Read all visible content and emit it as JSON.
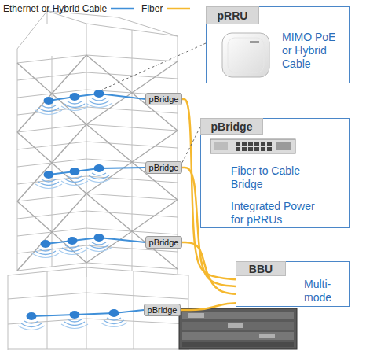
{
  "diagram": {
    "nodes": [
      {
        "text": [
          "pRRU",
          "MIMO PoE or Hybrid Cable"
        ]
      },
      {
        "text": [
          "pBridge"
        ]
      },
      {
        "text": [
          "pBridge",
          "Fiber to Cable Bridge",
          "Integrated Power for pRRUs"
        ]
      },
      {
        "text": [
          "pBridge"
        ]
      },
      {
        "text": [
          "pBridge"
        ]
      },
      {
        "text": [
          "BBU",
          "Multi-mode"
        ]
      },
      {
        "text": [
          "pBridge"
        ]
      }
    ],
    "edges": [
      {
        "from": 1,
        "to": 5,
        "arrow": "none"
      },
      {
        "from": 3,
        "to": 5,
        "arrow": "none"
      },
      {
        "from": 4,
        "to": 5,
        "arrow": "none"
      },
      {
        "from": 6,
        "to": 5,
        "arrow": "none"
      },
      {
        "from": 2,
        "to": 3,
        "arrow": "none"
      }
    ],
    "legend": [
      {
        "text": "Ethernet or Hybrid Cable"
      },
      {
        "text": "Fiber"
      }
    ]
  }
}
